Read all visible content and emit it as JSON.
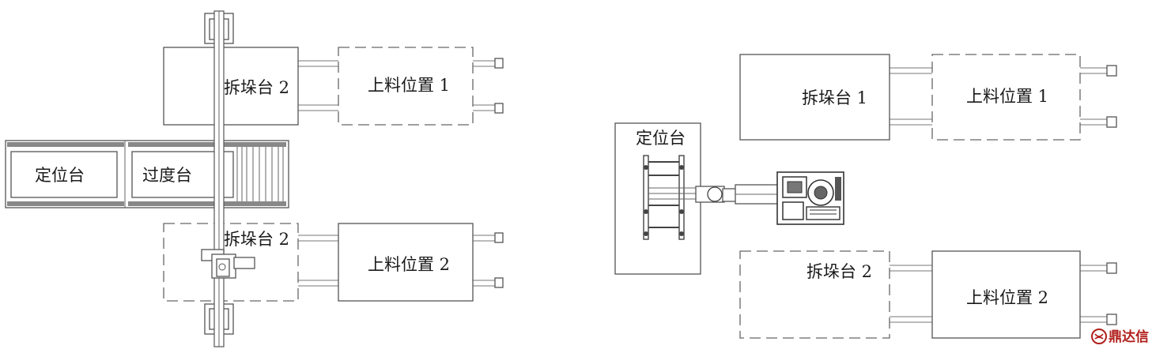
{
  "left_layout": {
    "destack_top": "拆垛台 2",
    "load_top": "上料位置 1",
    "positioning": "定位台",
    "transition": "过度台",
    "destack_bottom": "拆垛台 2",
    "load_bottom": "上料位置 2"
  },
  "right_layout": {
    "destack_top": "拆垛台 1",
    "load_top": "上料位置 1",
    "positioning": "定位台",
    "destack_bottom": "拆垛台 2",
    "load_bottom": "上料位置 2"
  },
  "watermark": {
    "text": "鼎达信",
    "color": "#b0201c"
  }
}
